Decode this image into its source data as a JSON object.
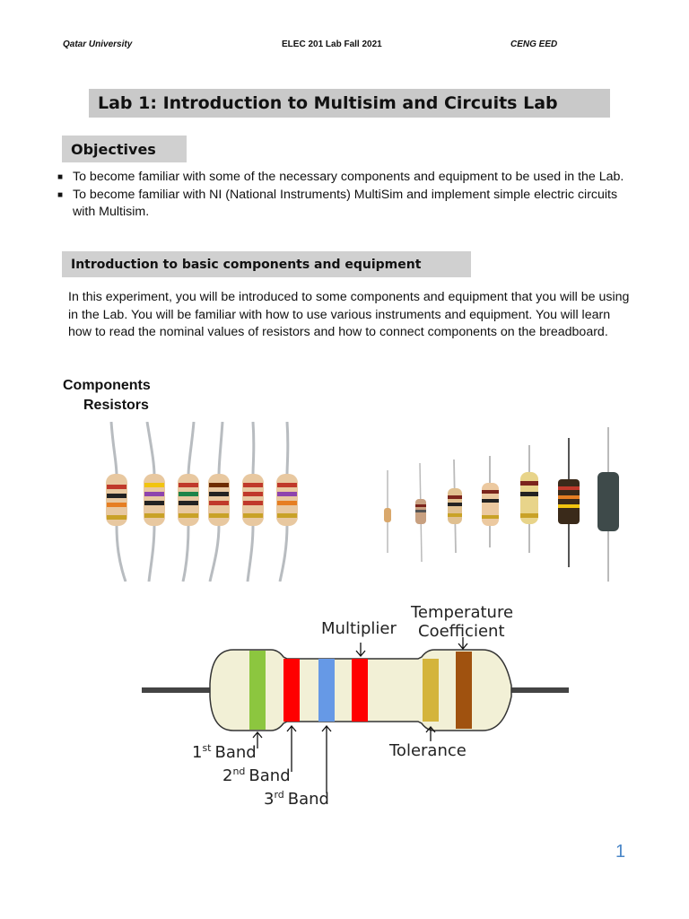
{
  "header": {
    "left": "Qatar University",
    "center": "ELEC 201 Lab Fall 2021",
    "right": "CENG EED"
  },
  "title": "Lab 1: Introduction to Multisim and Circuits Lab",
  "objectives": {
    "heading": "Objectives",
    "items": [
      "To become familiar with some of the necessary components and equipment to be used in the Lab.",
      "To become familiar with NI (National Instruments) MultiSim and implement simple electric circuits with Multisim."
    ]
  },
  "intro": {
    "heading": "Introduction to basic components and equipment",
    "paragraph": "In this experiment, you will be introduced to some components and equipment that you will be using in the Lab. You will be familiar with how to use various instruments and equipment. You will learn how to read the nominal values of resistors and how to connect components on the breadboard."
  },
  "components": {
    "heading": "Components",
    "subheading": "Resistors"
  },
  "diagram": {
    "multiplier": "Multiplier",
    "temperature_line1": "Temperature",
    "temperature_line2": "Coefficient",
    "tolerance": "Tolerance",
    "band1_num": "1",
    "band1_sup": "st",
    "band2_num": "2",
    "band2_sup": "nd",
    "band3_num": "3",
    "band3_sup": "rd",
    "band_word": "Band",
    "band_colors": {
      "first": "#8cc63f",
      "second": "#ff0000",
      "third": "#6699e6",
      "multiplier": "#ff0000",
      "tolerance": "#d4b43c",
      "temperature": "#a0520f"
    },
    "body_color": "#f2f0d6"
  },
  "page_number": "1"
}
